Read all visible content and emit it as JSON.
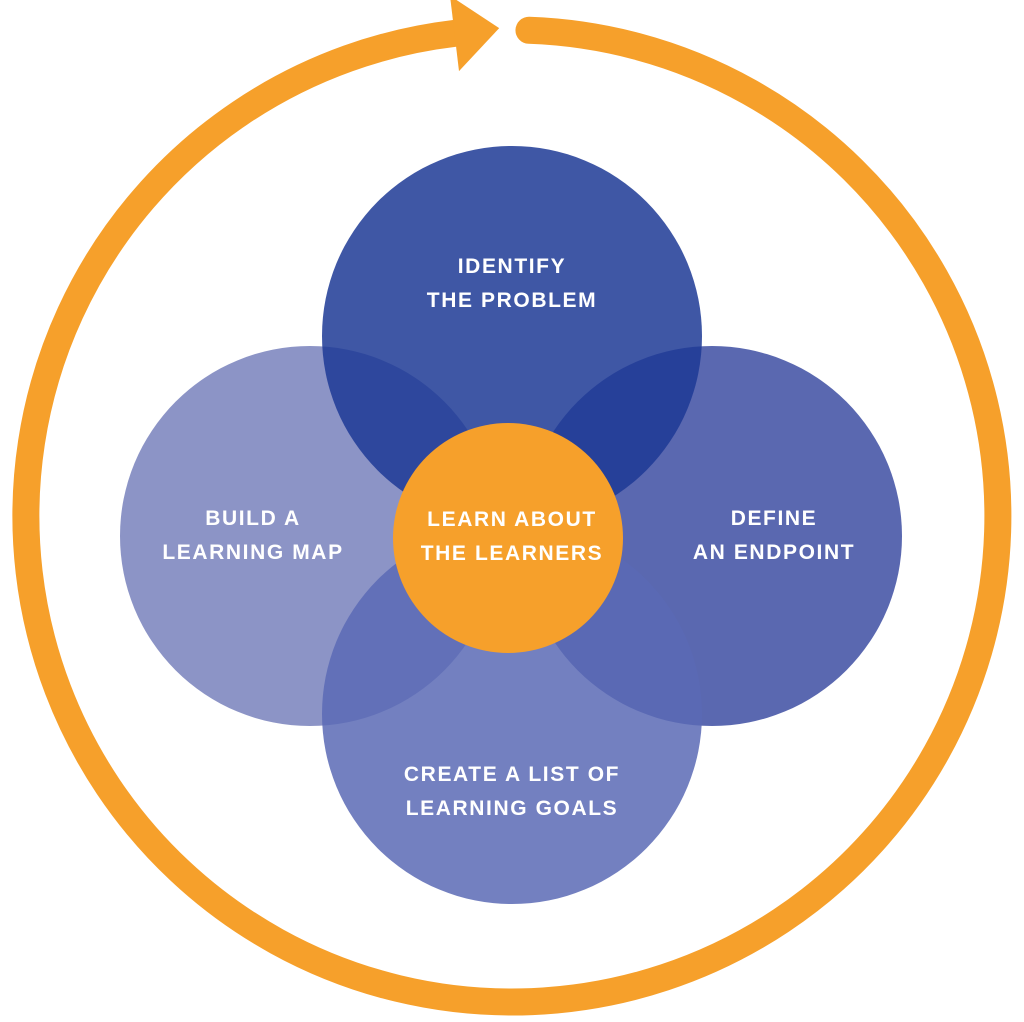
{
  "diagram": {
    "name": "learning-design-cycle",
    "direction": "clockwise",
    "background_color": "#FFFFFF",
    "text_color": "#FFFFFF",
    "arrow": {
      "color": "#F6A02B"
    },
    "center": {
      "label": "LEARN ABOUT\nTHE LEARNERS",
      "color": "#F6A02B"
    },
    "petals": [
      {
        "id": "top",
        "label": "IDENTIFY\nTHE PROBLEM",
        "color": "#1D3A95",
        "rendered_color": "#3F57A5"
      },
      {
        "id": "right",
        "label": "DEFINE\nAN ENDPOINT",
        "color": "#3D4EA2",
        "rendered_color": "#5A68B0"
      },
      {
        "id": "bottom",
        "label": "CREATE A LIST OF\nLEARNING GOALS",
        "color": "#5A6AB5",
        "rendered_color": "#7380C0"
      },
      {
        "id": "left",
        "label": "BUILD A\nLEARNING MAP",
        "color": "#7881BC",
        "rendered_color": "#8C94C6"
      }
    ],
    "petal_opacity": "0.85"
  }
}
